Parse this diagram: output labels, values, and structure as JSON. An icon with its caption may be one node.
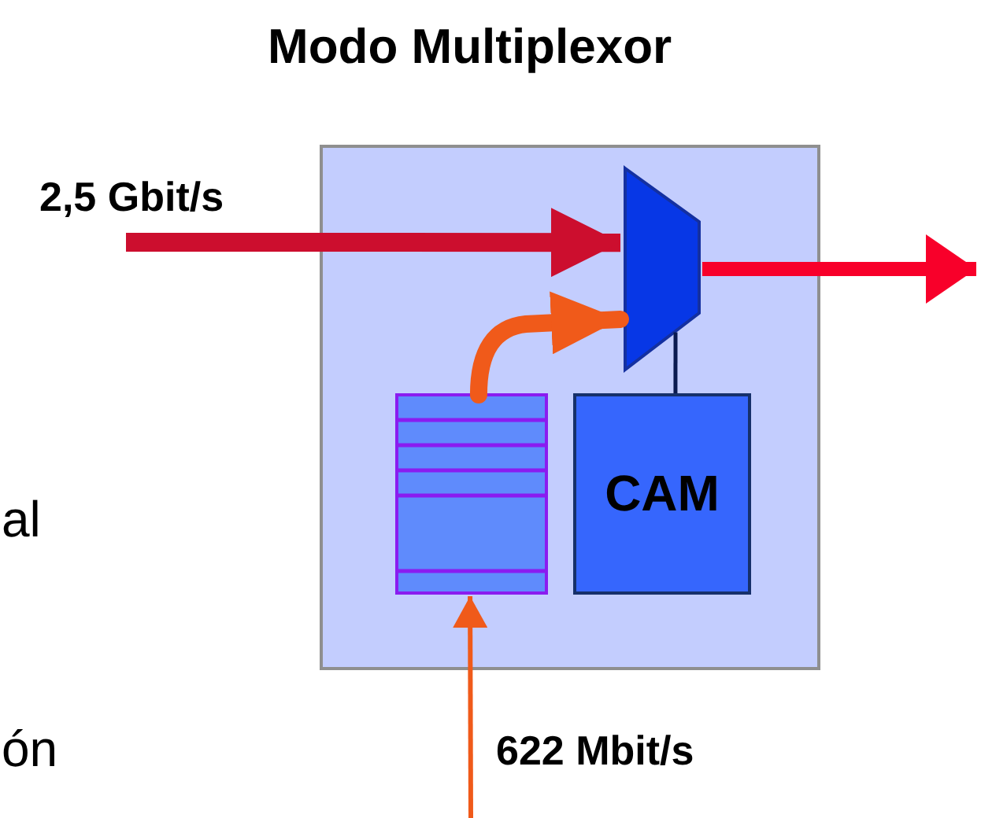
{
  "diagram": {
    "title": "Modo Multiplexor",
    "nodes": [
      {
        "text": [],
        "shape": "box"
      },
      {
        "text": [],
        "shape": "trapezoid",
        "in": 0
      },
      {
        "text": [],
        "shape": "box",
        "in": 0
      },
      {
        "text": [
          "CAM"
        ],
        "in": 0
      }
    ],
    "edges": [
      {
        "from": null,
        "to": 1,
        "arrow": "to",
        "label": "2,5 Gbit/s",
        "color": "#cc0e2e"
      },
      {
        "from": 1,
        "to": null,
        "arrow": "to",
        "color": "#f8002a"
      },
      {
        "from": 2,
        "to": 1,
        "arrow": "to",
        "color": "#f05a1a"
      },
      {
        "from": 3,
        "to": 1,
        "arrow": "none",
        "color": "#0a1a50"
      },
      {
        "from": null,
        "to": 2,
        "arrow": "to",
        "label": "622 Mbit/s",
        "color": "#f05a1a"
      }
    ],
    "labels": [
      "al",
      "ón"
    ]
  }
}
